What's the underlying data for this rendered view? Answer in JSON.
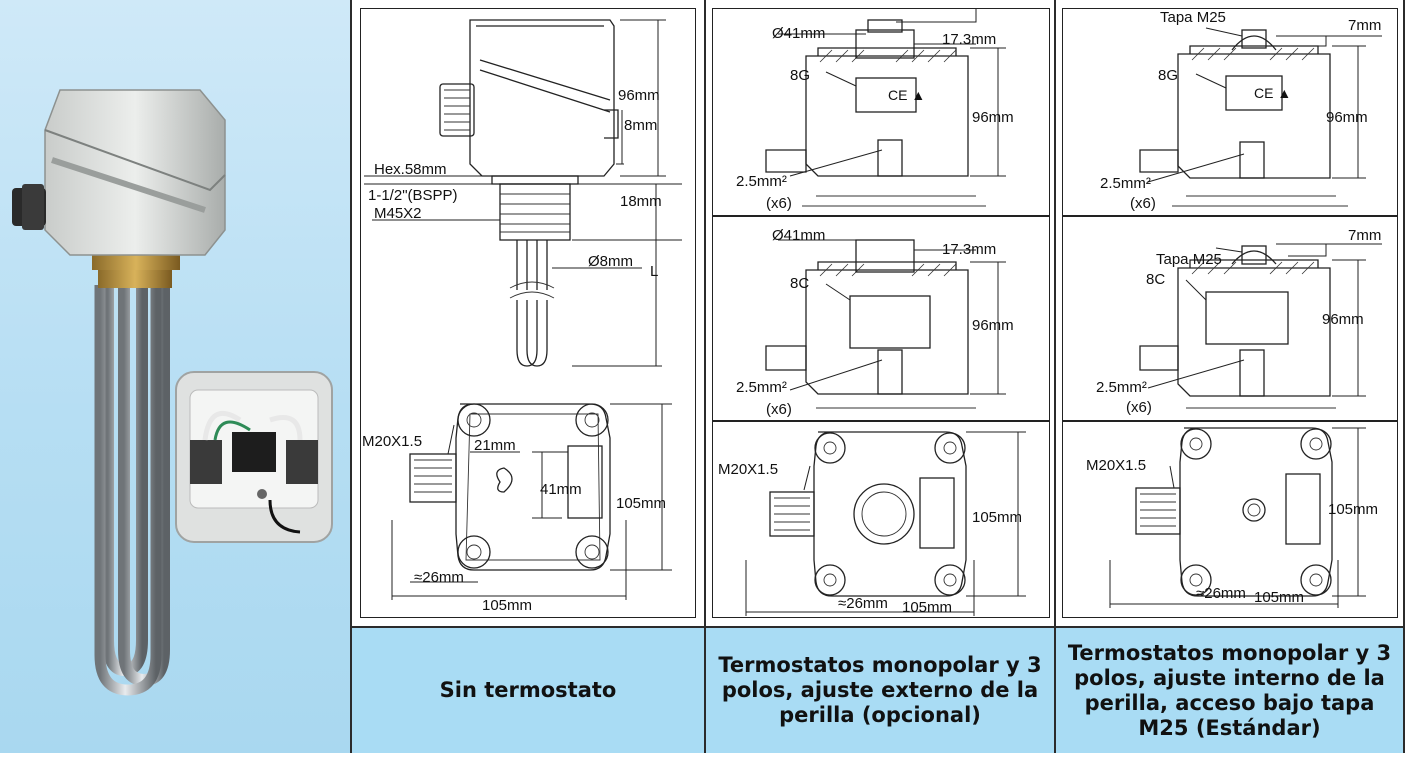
{
  "captions": {
    "col1": "Sin termostato",
    "col2": "Termostatos monopolar y 3 polos, ajuste externo de la perilla (opcional)",
    "col3": "Termostatos monopolar y 3 polos, ajuste interno de la perilla, acceso bajo tapa M25 (Estándar)"
  },
  "col1": {
    "side": {
      "height": "96mm",
      "gap": "8mm",
      "hex": "Hex.58mm",
      "thread1": "1-1/2\"(BSPP)",
      "thread2": "M45X2",
      "thread_len": "18mm",
      "tube": "Ø8mm",
      "length": "L"
    },
    "top": {
      "gland": "M20X1.5",
      "offset_x": "21mm",
      "window_h": "41mm",
      "height": "105mm",
      "gland_len": "≈26mm",
      "width": "105mm"
    }
  },
  "col2": {
    "upper": {
      "diameter": "Ø41mm",
      "knob": "17.3mm",
      "code": "8G",
      "height": "96mm",
      "wire": "2.5mm²",
      "qty": "(x6)"
    },
    "middle": {
      "diameter": "Ø41mm",
      "knob": "17.3mm",
      "code": "8C",
      "height": "96mm",
      "wire": "2.5mm²",
      "qty": "(x6)"
    },
    "top": {
      "gland": "M20X1.5",
      "height": "105mm",
      "gland_len": "≈26mm",
      "width": "105mm"
    }
  },
  "col3": {
    "upper": {
      "cap": "Tapa M25",
      "cap_h": "7mm",
      "code": "8G",
      "height": "96mm",
      "wire": "2.5mm²",
      "qty": "(x6)"
    },
    "middle": {
      "cap": "Tapa M25",
      "cap_h": "7mm",
      "code": "8C",
      "height": "96mm",
      "wire": "2.5mm²",
      "qty": "(x6)"
    },
    "top": {
      "gland": "M20X1.5",
      "height": "105mm",
      "gland_len": "≈26mm",
      "width": "105mm"
    }
  }
}
